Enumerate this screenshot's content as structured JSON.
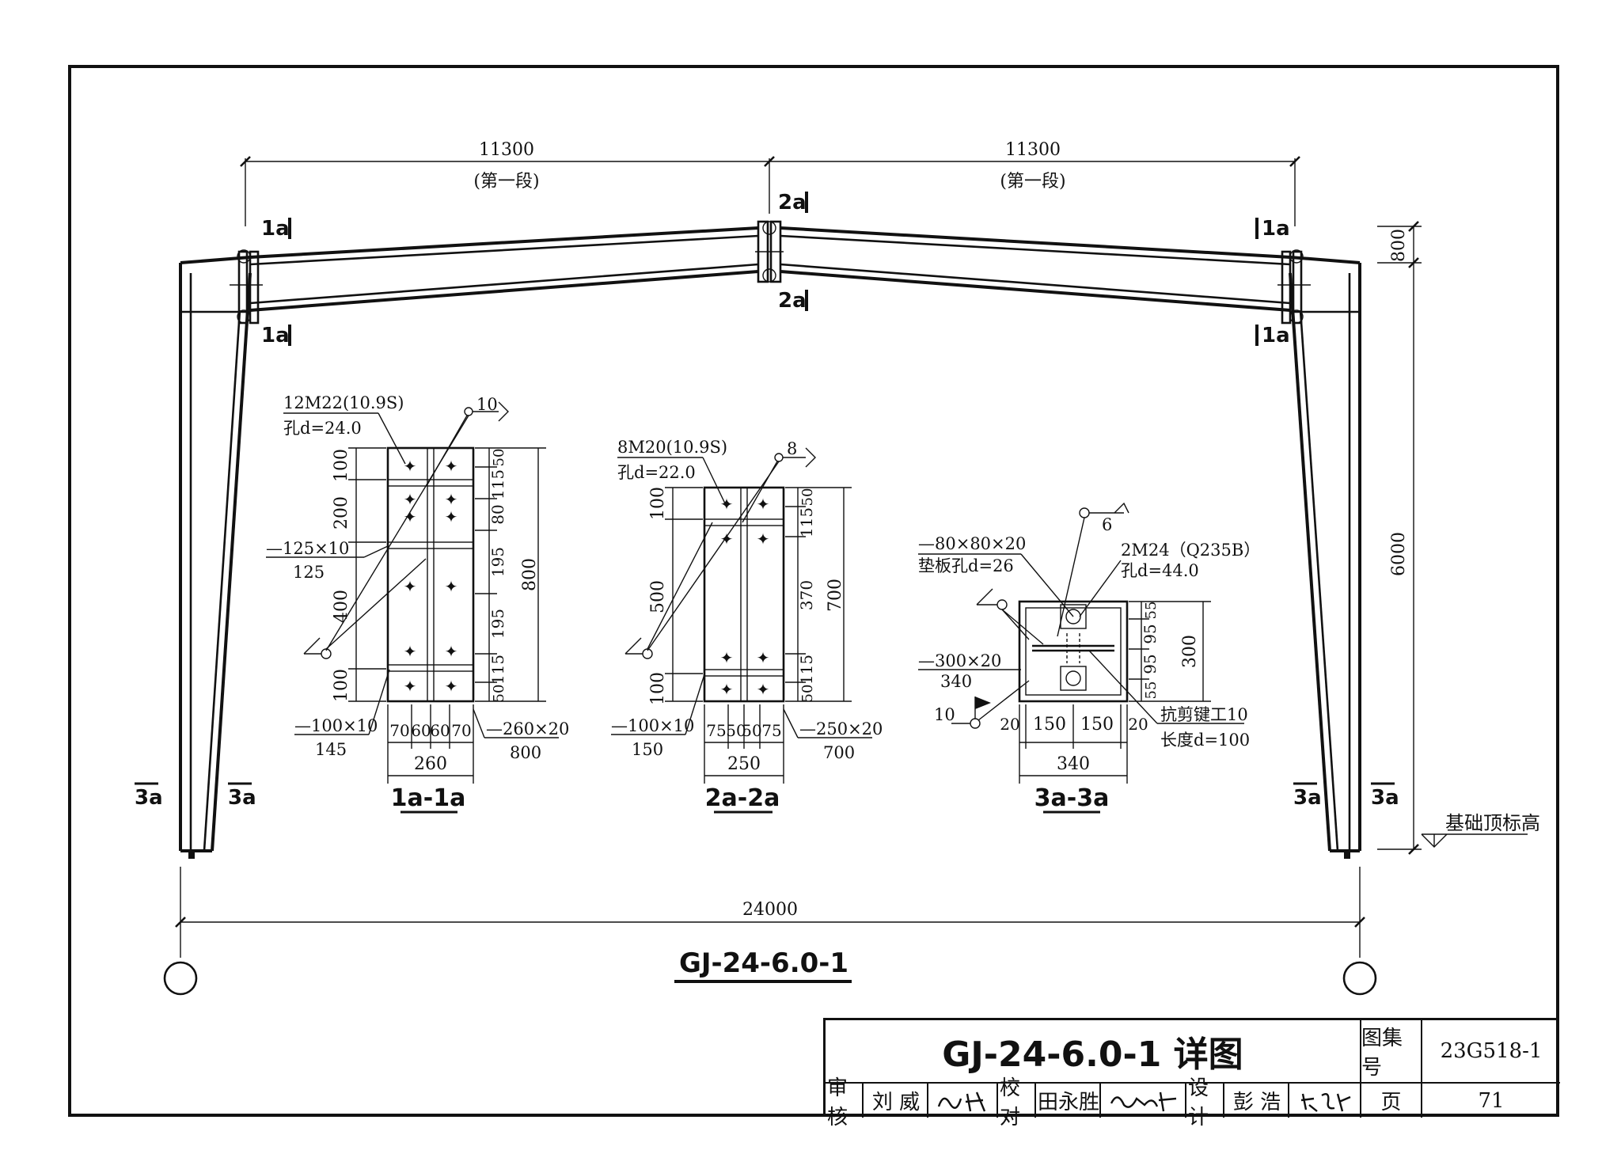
{
  "frame_name": "GJ-24-6.0-1",
  "top_dims": {
    "left": "11300",
    "right": "11300",
    "segment_left": "(第一段)",
    "segment_right": "(第一段)"
  },
  "bottom_dim": "24000",
  "height_dims": {
    "top": "800",
    "total": "6000"
  },
  "foundation_label": "基础顶标高",
  "section_marks": {
    "a1": "1a",
    "a2": "2a",
    "a3": "3a"
  },
  "section1": {
    "caption": "1a-1a",
    "bolt_note": "12M22(10.9S)",
    "hole_note": "孔d=24.0",
    "weld": "10",
    "stiffener": "—125×10",
    "stiffener_len": "125",
    "rib": "—100×10",
    "rib_len": "145",
    "plate": "—260×20",
    "plate_len": "800",
    "left_dims": [
      "100",
      "200",
      "400",
      "100"
    ],
    "right_dims": [
      "50",
      "115",
      "80",
      "195",
      "195",
      "115",
      "50"
    ],
    "total": "800",
    "bottom_dims": [
      "70",
      "60",
      "60",
      "70"
    ],
    "width": "260"
  },
  "section2": {
    "caption": "2a-2a",
    "bolt_note": "8M20(10.9S)",
    "hole_note": "孔d=22.0",
    "weld": "8",
    "rib": "—100×10",
    "rib_len": "150",
    "plate": "—250×20",
    "plate_len": "700",
    "left_dims": [
      "100",
      "500",
      "100"
    ],
    "right_dims": [
      "50",
      "115",
      "370",
      "115",
      "50"
    ],
    "total": "700",
    "bottom_dims": [
      "75",
      "50",
      "50",
      "75"
    ],
    "width": "250"
  },
  "section3": {
    "caption": "3a-3a",
    "washer": "—80×80×20",
    "washer_hole": "垫板孔d=26",
    "bolt_note": "2M24（Q235B）",
    "hole_note": "孔d=44.0",
    "weld_top": "6",
    "base_plate": "—300×20",
    "base_len": "340",
    "weld_left": "10",
    "shear_key": "抗剪键工10",
    "shear_len": "长度d=100",
    "right_dims": [
      "55",
      "95",
      "95",
      "55"
    ],
    "height": "300",
    "bottom_dims": [
      "20",
      "150",
      "150",
      "20"
    ],
    "width": "340"
  },
  "title_block": {
    "title": "GJ-24-6.0-1 详图",
    "atlas_label": "图集号",
    "atlas_no": "23G518-1",
    "page_label": "页",
    "page_no": "71",
    "review_label": "审核",
    "reviewer": "刘 威",
    "check_label": "校对",
    "checker": "田永胜",
    "design_label": "设计",
    "designer": "彭 浩"
  }
}
